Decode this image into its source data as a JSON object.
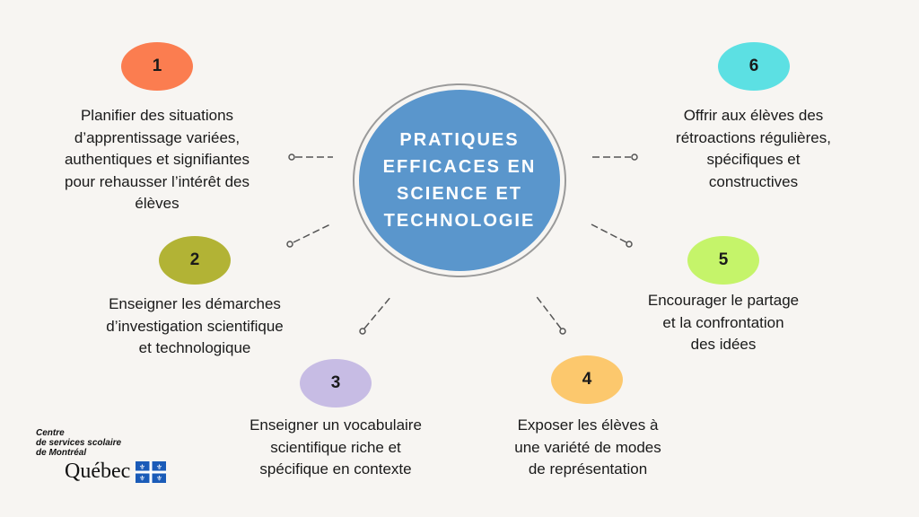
{
  "hub": {
    "title_lines": [
      "PRATIQUES",
      "EFFICACES EN",
      "SCIENCE ET",
      "TECHNOLOGIE"
    ],
    "color": "#5a96cc"
  },
  "items": [
    {
      "number": "1",
      "color": "#fb7d50",
      "lines": [
        "Planifier des situations",
        "d’apprentissage variées,",
        "authentiques et signifiantes",
        "pour rehausser l’intérêt des",
        "élèves"
      ]
    },
    {
      "number": "2",
      "color": "#b2b335",
      "lines": [
        "Enseigner les démarches",
        "d’investigation scientifique",
        "et technologique"
      ]
    },
    {
      "number": "3",
      "color": "#c7bce4",
      "lines": [
        "Enseigner un vocabulaire",
        "scientifique riche et",
        "spécifique en contexte"
      ]
    },
    {
      "number": "4",
      "color": "#fcc86d",
      "lines": [
        "Exposer les élèves à",
        "une variété de modes",
        "de représentation"
      ]
    },
    {
      "number": "5",
      "color": "#c5f46a",
      "lines": [
        "Encourager le partage",
        "et la confrontation",
        "des idées"
      ]
    },
    {
      "number": "6",
      "color": "#5ce0e3",
      "lines": [
        "Offrir aux élèves des",
        "rétroactions régulières,",
        "spécifiques et",
        "constructives"
      ]
    }
  ],
  "logo": {
    "org_lines": [
      "Centre",
      "de services scolaire",
      "de Montréal"
    ],
    "name": "Québec",
    "flag_color": "#1a5bb8"
  }
}
